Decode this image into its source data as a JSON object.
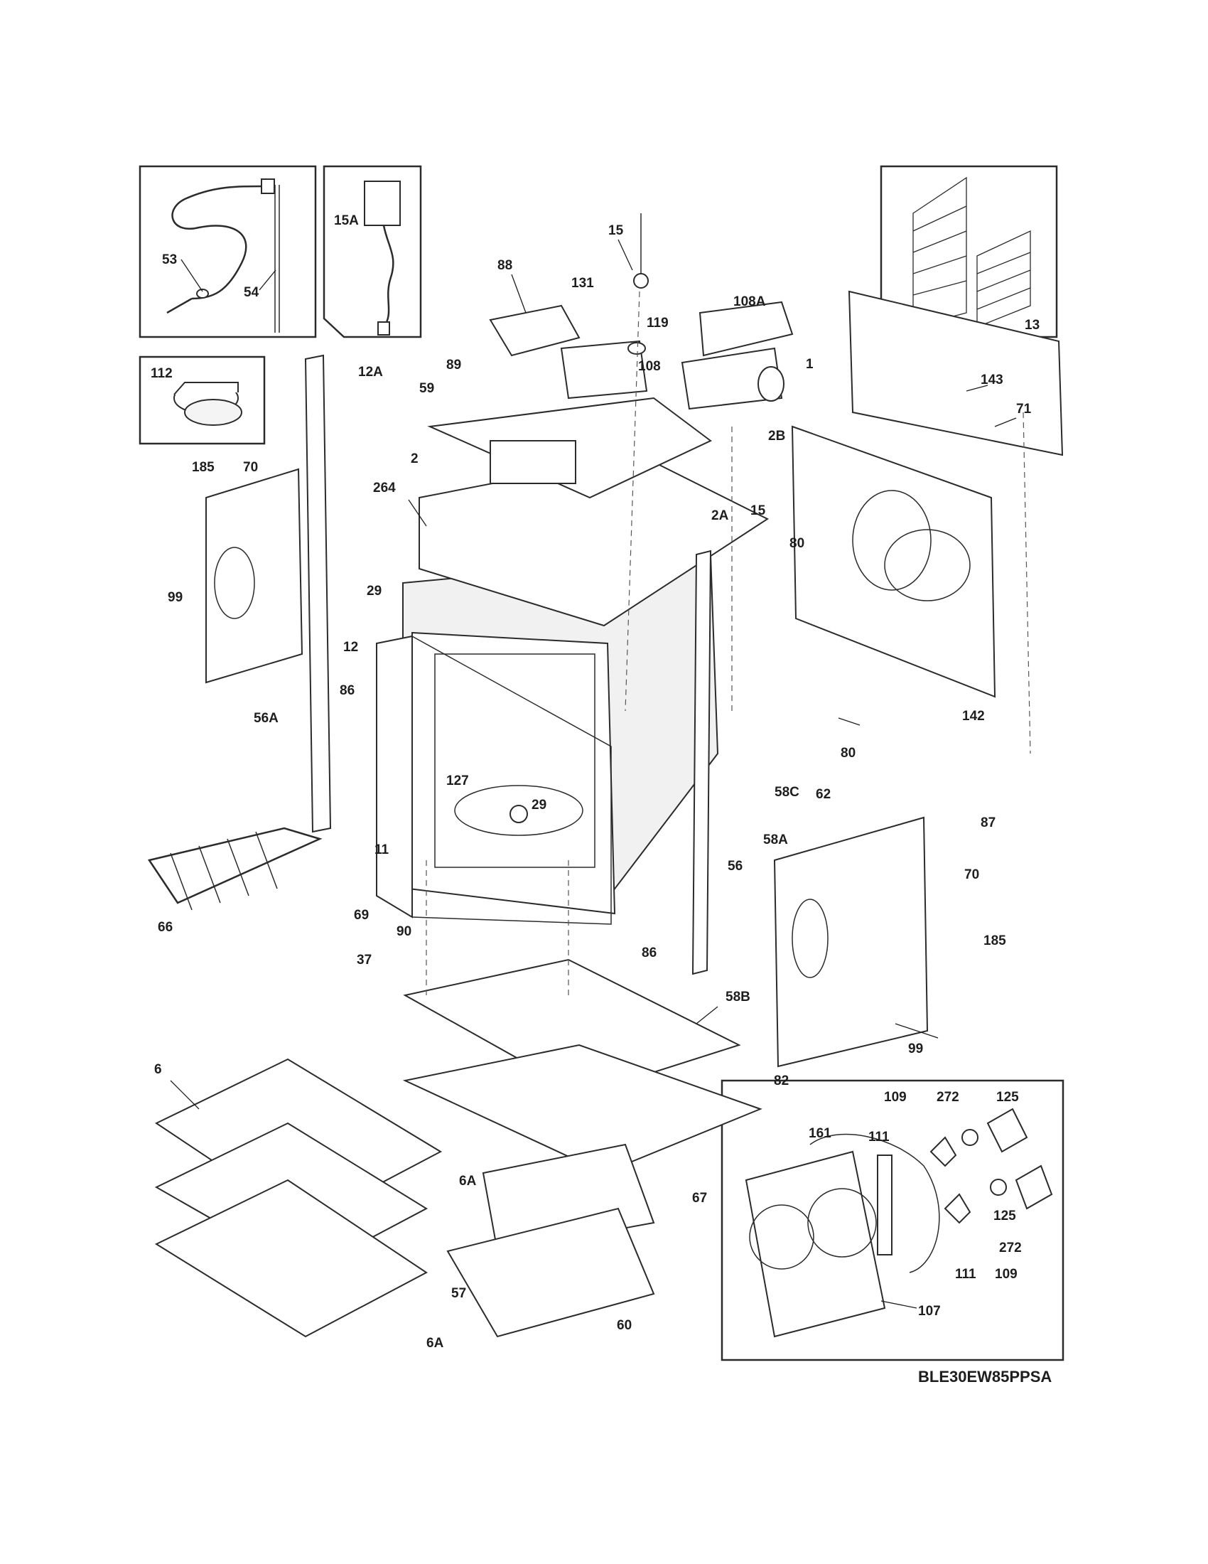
{
  "model_number": "BLE30EW85PPSA",
  "callouts": [
    "53",
    "54",
    "15A",
    "15",
    "88",
    "131",
    "119",
    "108A",
    "13",
    "112",
    "12A",
    "89",
    "108",
    "59",
    "1",
    "143",
    "71",
    "2B",
    "185",
    "70",
    "2",
    "264",
    "2A",
    "15",
    "80",
    "99",
    "29",
    "12",
    "86",
    "56A",
    "127",
    "29",
    "142",
    "80",
    "62",
    "87",
    "58C",
    "58A",
    "11",
    "56",
    "66",
    "69",
    "90",
    "86",
    "70",
    "185",
    "37",
    "58B",
    "99",
    "6",
    "82",
    "109",
    "272",
    "125",
    "161",
    "111",
    "6A",
    "67",
    "125",
    "272",
    "111",
    "109",
    "57",
    "60",
    "107",
    "6A"
  ]
}
